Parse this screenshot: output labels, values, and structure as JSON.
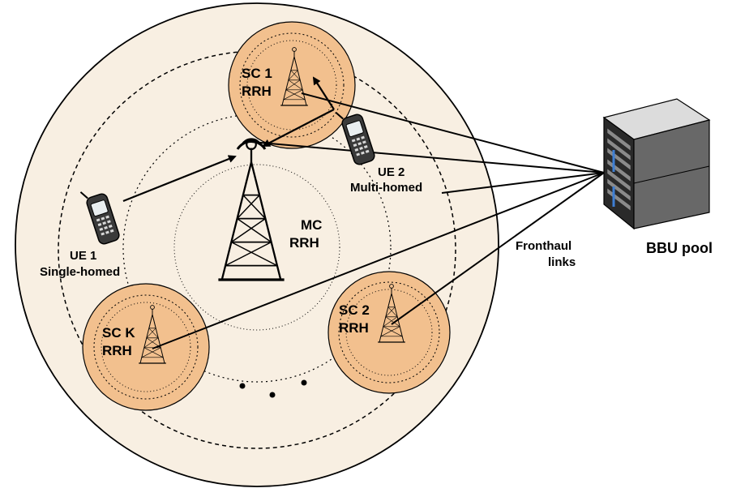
{
  "macro_cell": {
    "line1": "MC",
    "line2": "RRH"
  },
  "small_cells": [
    {
      "line1": "SC 1",
      "line2": "RRH"
    },
    {
      "line1": "SC 2",
      "line2": "RRH"
    },
    {
      "line1": "SC K",
      "line2": "RRH"
    }
  ],
  "users": [
    {
      "line1": "UE 1",
      "line2": "Single-homed"
    },
    {
      "line1": "UE 2",
      "line2": "Multi-homed"
    }
  ],
  "fronthaul": {
    "line1": "Fronthaul",
    "line2": "links"
  },
  "bbu": {
    "label": "BBU pool"
  },
  "colors": {
    "macro_area": "#f8efe2",
    "small_cell_fill": "#f2c08e",
    "outline": "#000000"
  }
}
